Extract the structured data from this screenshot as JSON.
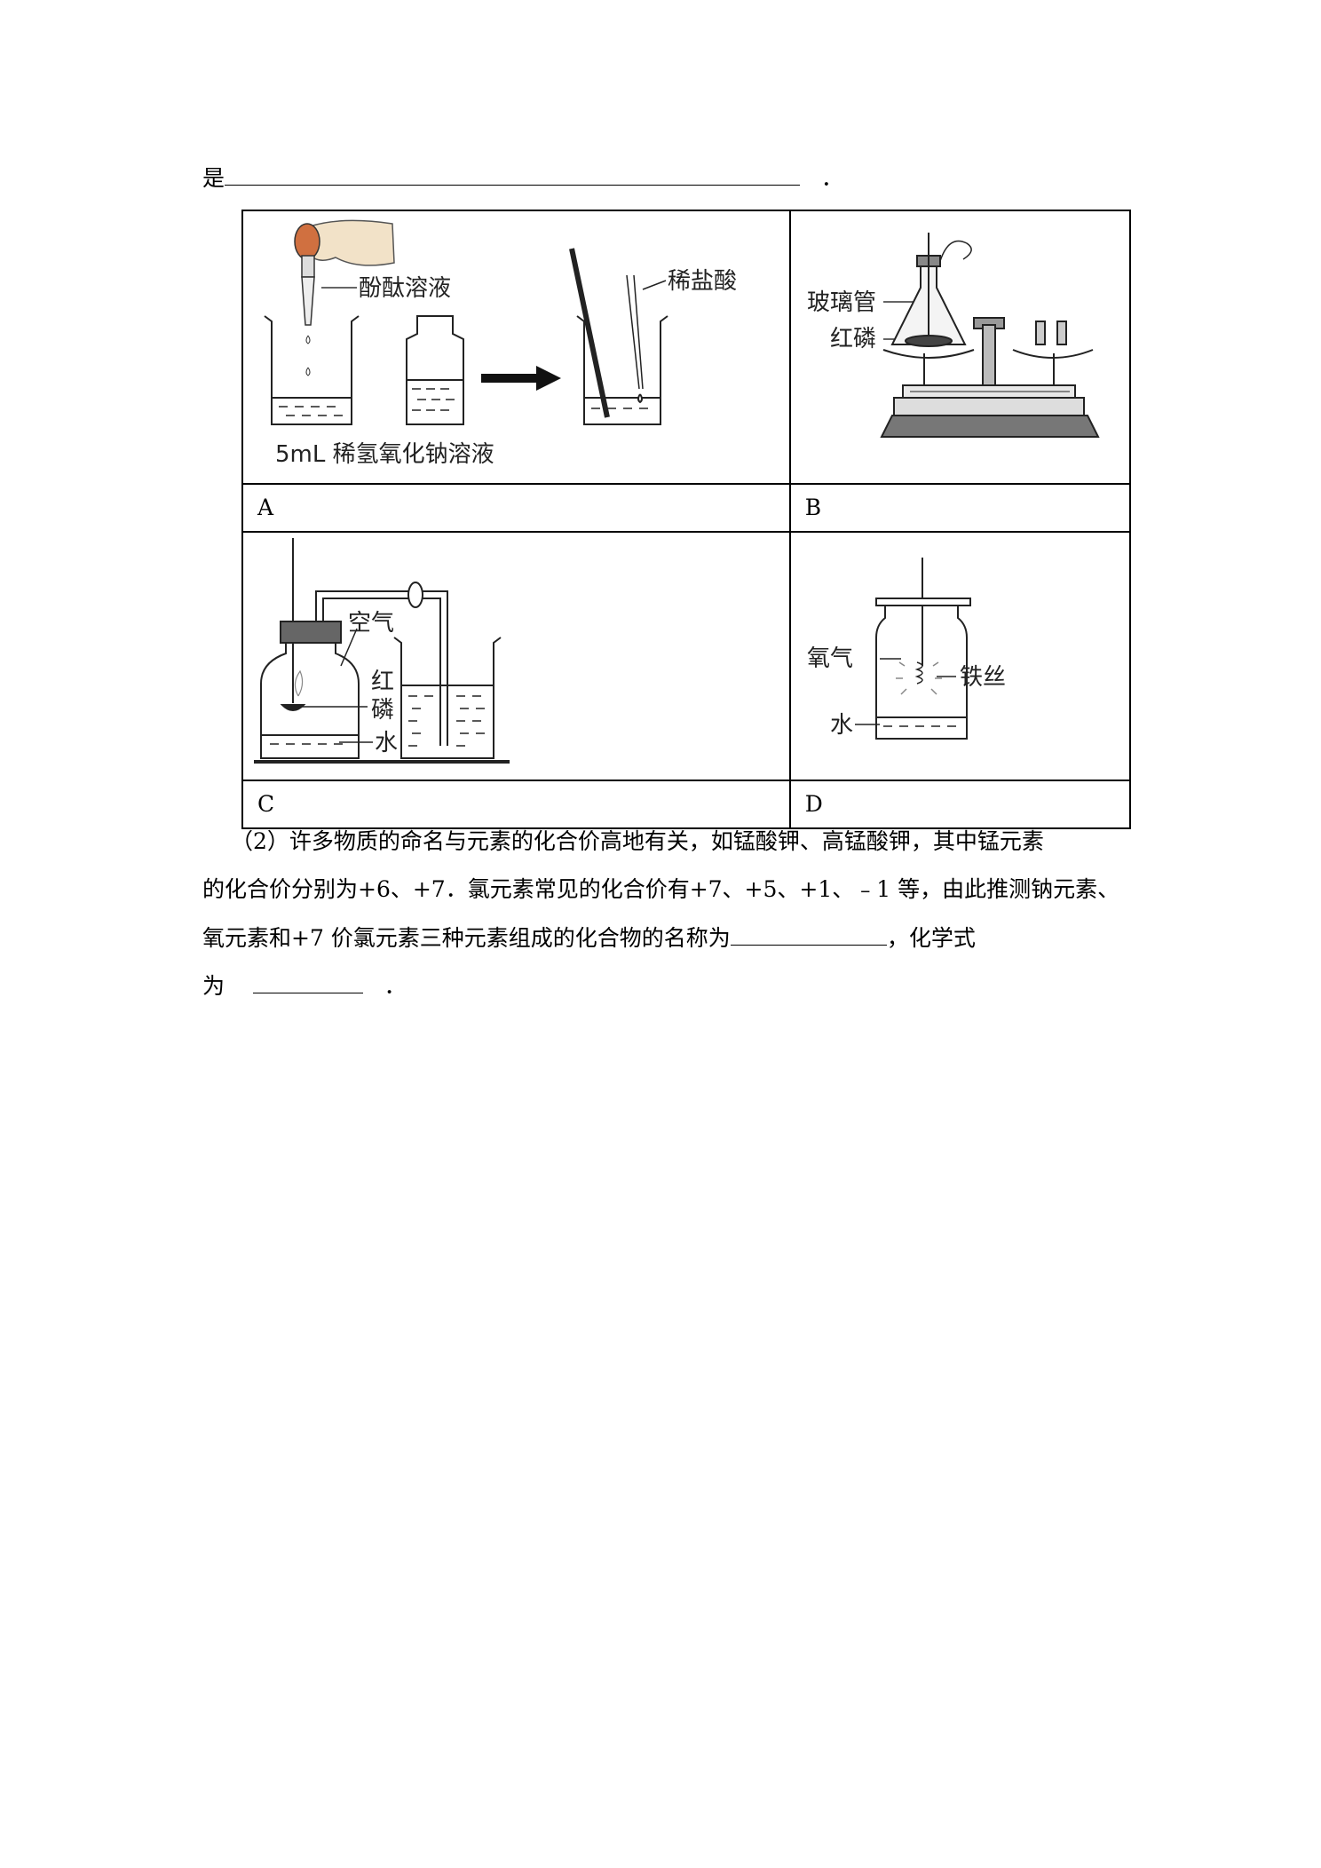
{
  "line1": {
    "prefix": "是",
    "suffix": "．"
  },
  "figures": {
    "A": {
      "label": "A",
      "phenolphthalein": "酚酞溶液",
      "hcl": "稀盐酸",
      "naoh": "5mL 稀氢氧化钠溶液"
    },
    "B": {
      "label": "B",
      "glass_tube": "玻璃管",
      "red_p": "红磷"
    },
    "C": {
      "label": "C",
      "air": "空气",
      "red": "红",
      "phos": "磷",
      "water": "水"
    },
    "D": {
      "label": "D",
      "oxygen": "氧气",
      "iron_wire": "铁丝",
      "water": "水"
    }
  },
  "para2": {
    "line_a": "（2）许多物质的命名与元素的化合价高地有关，如锰酸钾、高锰酸钾，其中锰元素",
    "line_b": "的化合价分别为+6、+7．氯元素常见的化合价有+7、+5、+1、﹣1 等，由此推测钠元素、",
    "line_c_prefix": "氧元素和+7 价氯元素三种元素组成的化合物的名称为",
    "line_c_suffix": "，化学式",
    "line_d_prefix": "为",
    "line_d_suffix": "．"
  }
}
